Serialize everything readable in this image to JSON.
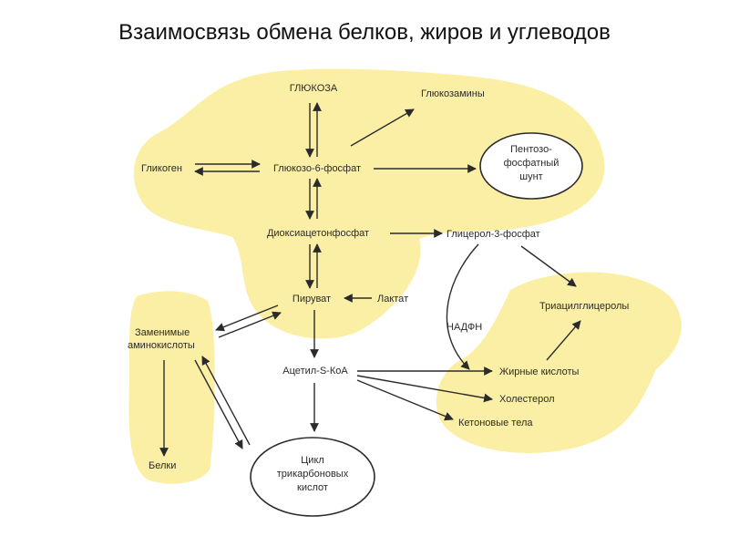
{
  "title": "Взаимосвязь обмена белков, жиров и углеводов",
  "colors": {
    "region": "#fbefa6",
    "stroke": "#2b2b2b",
    "text": "#2b2b2b"
  },
  "nodes": {
    "glucose": "ГЛЮКОЗА",
    "glucosamines": "Глюкозамины",
    "glycogen": "Гликоген",
    "glucose6p": "Глюкозо-6-фосфат",
    "pentose_l1": "Пентозо-",
    "pentose_l2": "фосфатный",
    "pentose_l3": "шунт",
    "dhap": "Диоксиацетонфосфат",
    "glycerol3p": "Глицерол-3-фосфат",
    "pyruvate": "Пируват",
    "lactate": "Лактат",
    "nonessential_l1": "Заменимые",
    "nonessential_l2": "аминокислоты",
    "triacylglycerols": "Триацилглицеролы",
    "nadph": "НАДФН",
    "acetylcoa": "Ацетил-S-КоА",
    "fatty_acids": "Жирные кислоты",
    "cholesterol": "Холестерол",
    "ketone_bodies": "Кетоновые тела",
    "proteins": "Белки",
    "tca_l1": "Цикл",
    "tca_l2": "трикарбоновых",
    "tca_l3": "кислот"
  }
}
